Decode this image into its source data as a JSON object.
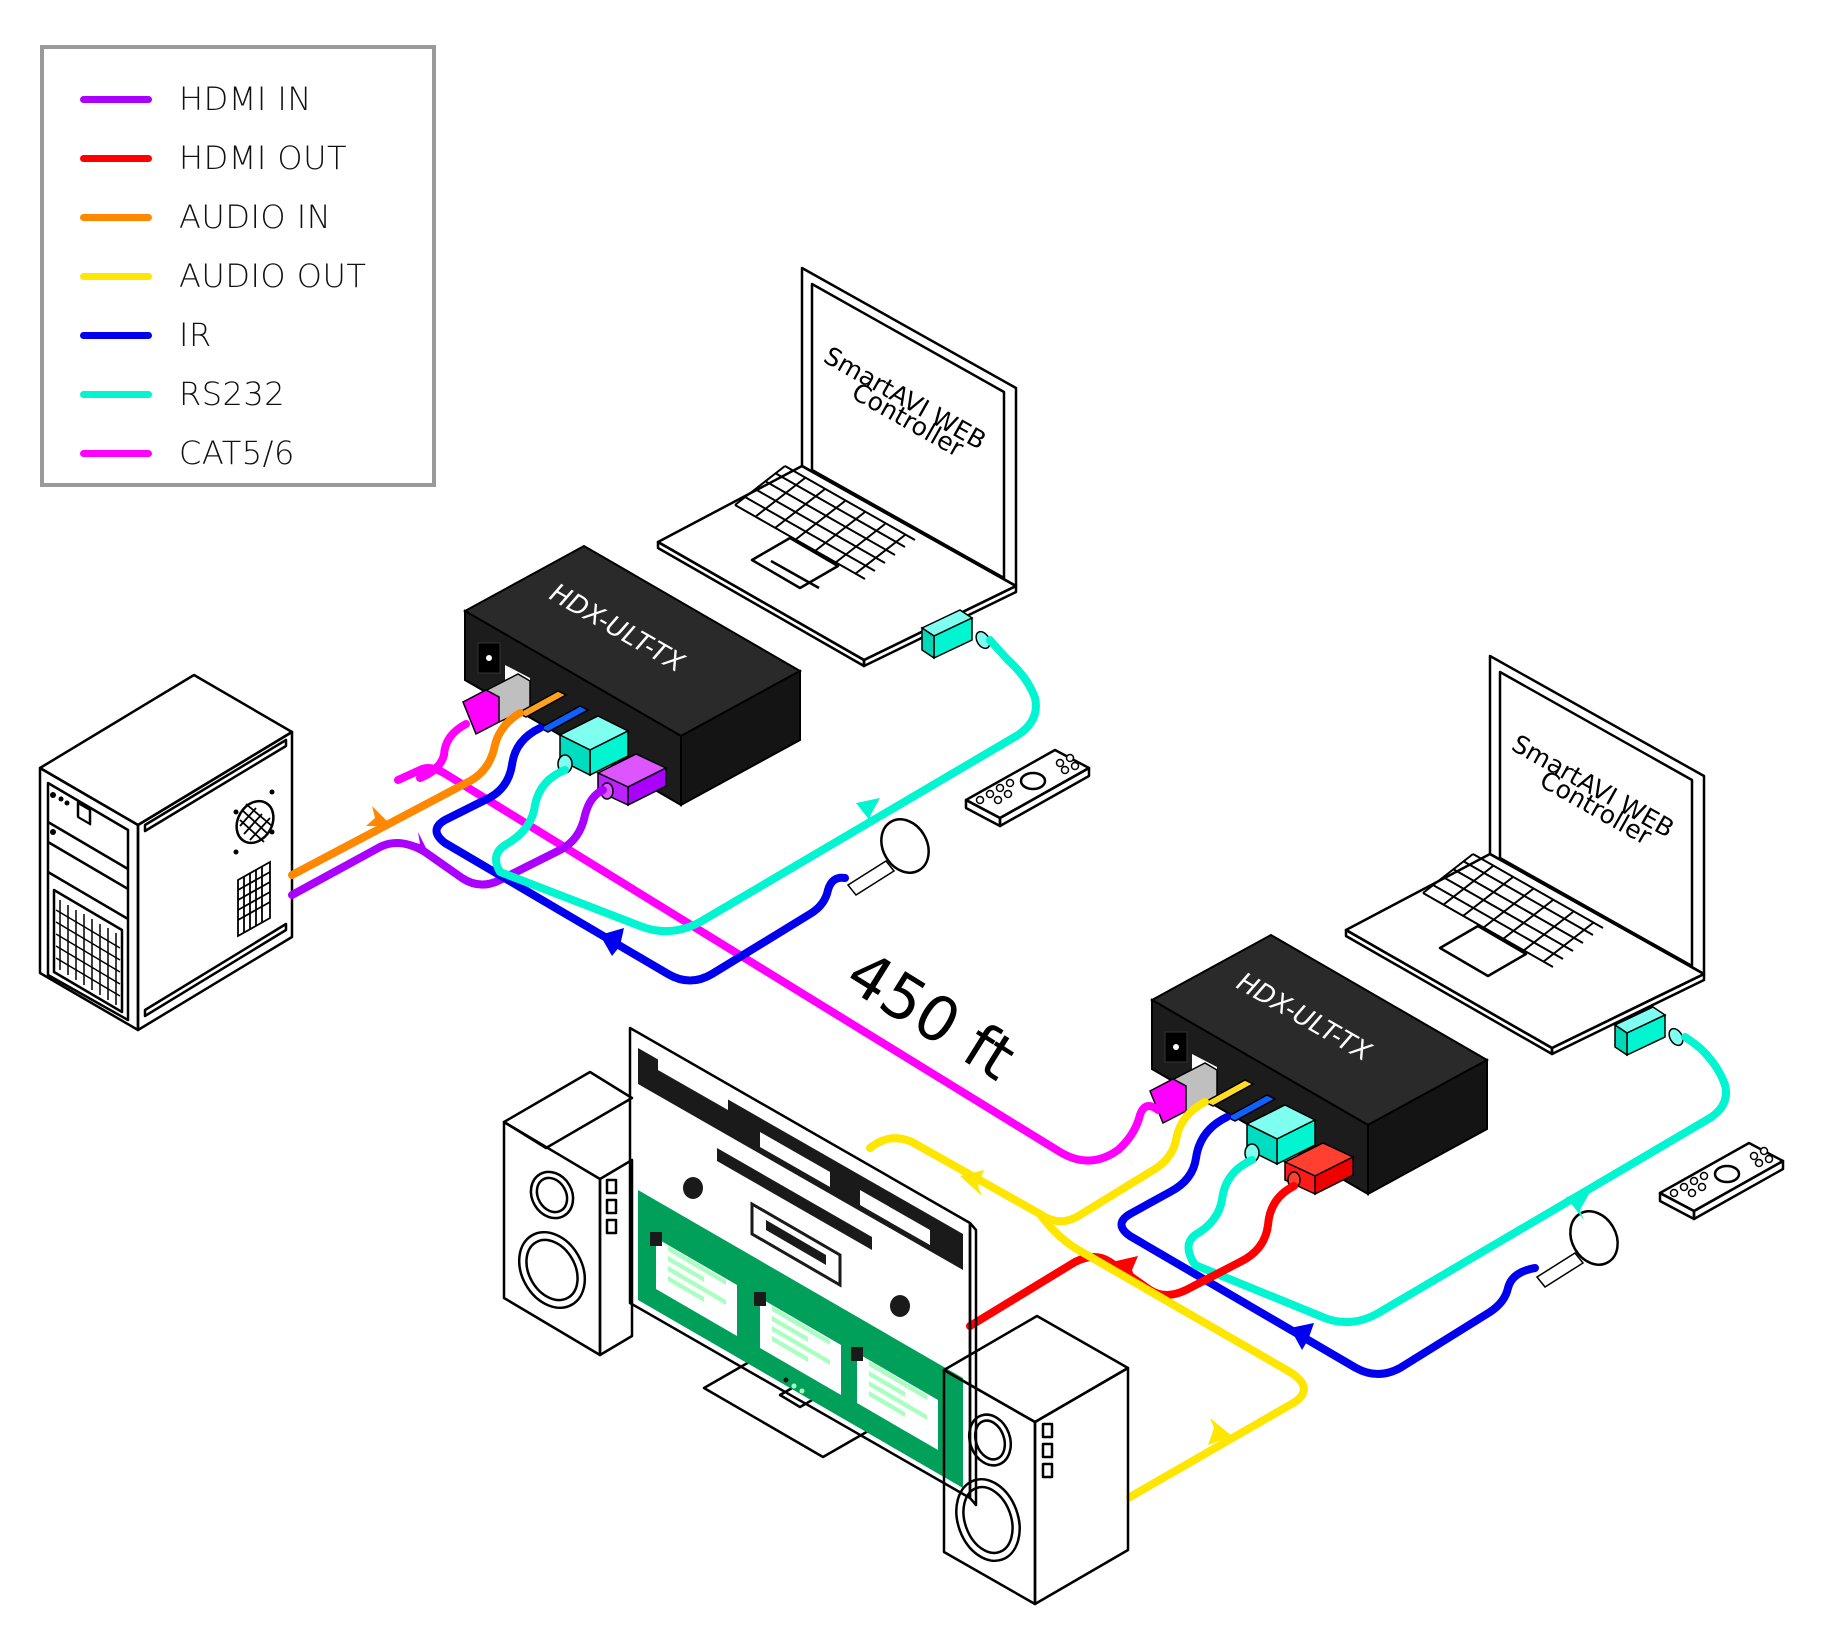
{
  "legend": {
    "items": [
      {
        "label": "HDMI IN",
        "color": "#aa00ff"
      },
      {
        "label": "HDMI OUT",
        "color": "#ff0000"
      },
      {
        "label": "AUDIO IN",
        "color": "#ff8800"
      },
      {
        "label": "AUDIO OUT",
        "color": "#ffe600"
      },
      {
        "label": "IR",
        "color": "#0000ee"
      },
      {
        "label": "RS232",
        "color": "#00f5d0"
      },
      {
        "label": "CAT5/6",
        "color": "#ff00ff"
      }
    ]
  },
  "devices": {
    "transmitter_label": "HDX-ULT-TX",
    "receiver_label": "HDX-ULT-TX"
  },
  "laptops": {
    "left_screen_line1": "SmartAVI WEB",
    "left_screen_line2": "Controller",
    "right_screen_line1": "SmartAVI WEB",
    "right_screen_line2": "Controller"
  },
  "distance_label": "450 ft",
  "colors": {
    "device_body": "#1a1a1a",
    "tv_green": "#00a05a",
    "tv_light_green": "#a8ffbf"
  }
}
